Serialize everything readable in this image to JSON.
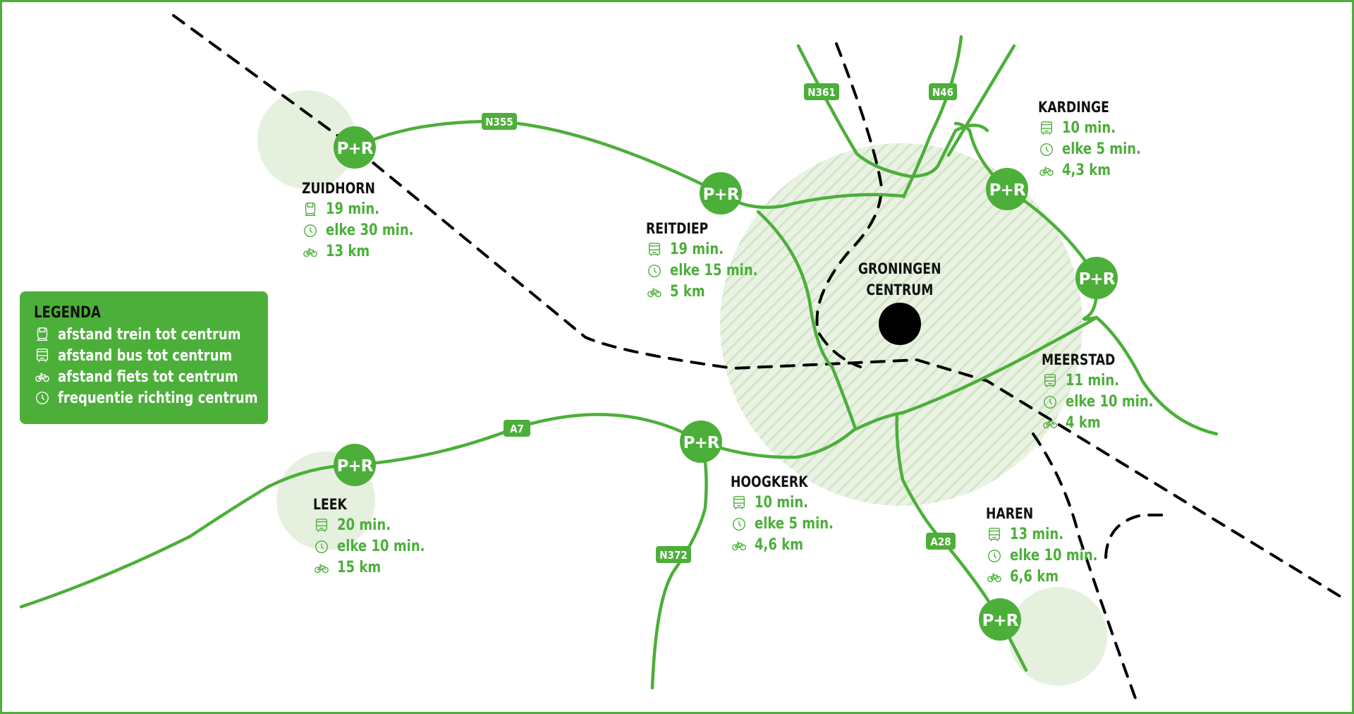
{
  "colors": {
    "brand_green": "#4caf3a",
    "light_zone": "#e6f0df",
    "rail": "#000000",
    "text_dark": "#111111"
  },
  "legend": {
    "title": "LEGENDA",
    "items": [
      {
        "icon": "train-icon",
        "label": "afstand trein tot centrum"
      },
      {
        "icon": "bus-icon",
        "label": "afstand bus tot centrum"
      },
      {
        "icon": "bicycle-icon",
        "label": "afstand fiets tot centrum"
      },
      {
        "icon": "clock-icon",
        "label": "frequentie richting centrum"
      }
    ]
  },
  "center": {
    "line1": "GRONINGEN",
    "line2": "CENTRUM"
  },
  "pr_label": "P+R",
  "roads": [
    "N355",
    "N361",
    "N46",
    "A7",
    "N372",
    "A28"
  ],
  "locations": [
    {
      "name": "ZUIDHORN",
      "mode": "train",
      "mode_icon": "train-icon",
      "travel": "19 min.",
      "frequency": "elke 30 min.",
      "bike": "13 km"
    },
    {
      "name": "REITDIEP",
      "mode": "bus",
      "mode_icon": "bus-icon",
      "travel": "19 min.",
      "frequency": "elke 15 min.",
      "bike": "5 km"
    },
    {
      "name": "KARDINGE",
      "mode": "bus",
      "mode_icon": "bus-icon",
      "travel": "10 min.",
      "frequency": "elke 5 min.",
      "bike": "4,3 km"
    },
    {
      "name": "MEERSTAD",
      "mode": "bus",
      "mode_icon": "bus-icon",
      "travel": "11 min.",
      "frequency": "elke 10 min.",
      "bike": "4 km"
    },
    {
      "name": "LEEK",
      "mode": "bus",
      "mode_icon": "bus-icon",
      "travel": "20 min.",
      "frequency": "elke 10 min.",
      "bike": "15 km"
    },
    {
      "name": "HOOGKERK",
      "mode": "bus",
      "mode_icon": "bus-icon",
      "travel": "10 min.",
      "frequency": "elke 5 min.",
      "bike": "4,6 km"
    },
    {
      "name": "HAREN",
      "mode": "bus",
      "mode_icon": "bus-icon",
      "travel": "13 min.",
      "frequency": "elke 10 min.",
      "bike": "6,6 km"
    }
  ]
}
